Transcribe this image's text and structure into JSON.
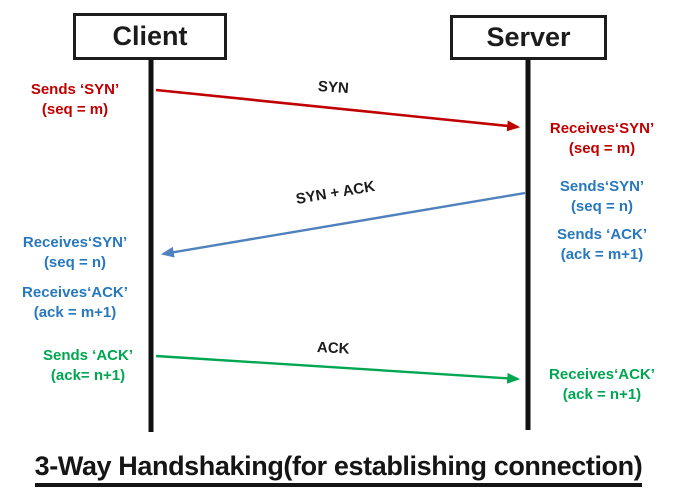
{
  "title": "3-Way Handshaking(for establishing connection)",
  "actors": {
    "client": "Client",
    "server": "Server"
  },
  "messages": [
    {
      "label": "SYN",
      "from": "client",
      "to": "server",
      "color": "#c00000"
    },
    {
      "label": "SYN + ACK",
      "from": "server",
      "to": "client",
      "color": "#4f81bd"
    },
    {
      "label": "ACK",
      "from": "client",
      "to": "server",
      "color": "#00a651"
    }
  ],
  "annotations": {
    "client": [
      {
        "line1": "Sends ‘SYN’",
        "line2": "(seq = m)",
        "color": "#c00000"
      },
      {
        "line1": "Receives‘SYN’",
        "line2": "(seq = n)",
        "color": "#2878be"
      },
      {
        "line1": "Receives‘ACK’",
        "line2": "(ack = m+1)",
        "color": "#2878be"
      },
      {
        "line1": "Sends ‘ACK’",
        "line2": "(ack= n+1)",
        "color": "#00a651"
      }
    ],
    "server": [
      {
        "line1": "Receives‘SYN’",
        "line2": "(seq = m)",
        "color": "#c00000"
      },
      {
        "line1": "Sends‘SYN’",
        "line2": "(seq = n)",
        "color": "#2878be"
      },
      {
        "line1": "Sends ‘ACK’",
        "line2": "(ack = m+1)",
        "color": "#2878be"
      },
      {
        "line1": "Receives‘ACK’",
        "line2": "(ack = n+1)",
        "color": "#00a651"
      }
    ]
  },
  "colors": {
    "syn_red": "#c00000",
    "syn_ack_blue": "#4f81bd",
    "ack_green": "#00a651",
    "lifeline_black": "#111111",
    "text_blue": "#2878be"
  }
}
